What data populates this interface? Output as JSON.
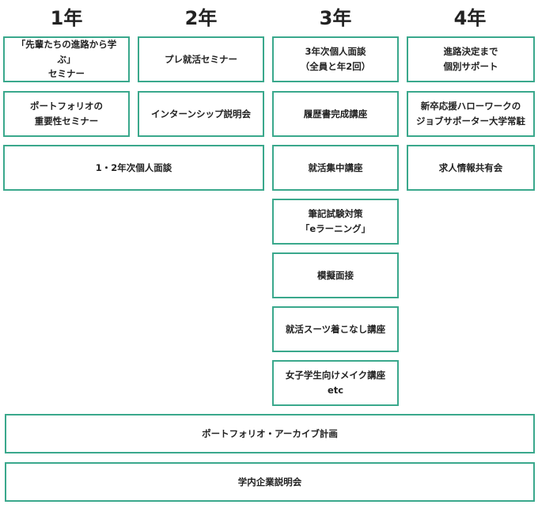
{
  "headers": [
    "1年",
    "2年",
    "3年",
    "4年"
  ],
  "year1": {
    "senpai_seminar": "「先輩たちの進路から学ぶ」\nセミナー",
    "portfolio_seminar": "ポートフォリオの\n重要性セミナー"
  },
  "year2": {
    "pre_job_seminar": "プレ就活セミナー",
    "internship_briefing": "インターンシップ説明会"
  },
  "year12": {
    "interview": "1・2年次個人面談"
  },
  "year3": {
    "interview": "3年次個人面談\n（全員と年2回）",
    "resume_course": "履歴書完成講座",
    "intensive_course": "就活集中講座",
    "written_test": "筆記試験対策\n「eラーニング」",
    "mock_interview": "模擬面接",
    "suit_course": "就活スーツ着こなし講座",
    "makeup_course": "女子学生向けメイク講座\netc"
  },
  "year4": {
    "individual_support": "進路決定まで\n個別サポート",
    "hello_work": "新卒応援ハローワークの\nジョブサポーター大学常駐",
    "job_info": "求人情報共有会"
  },
  "all_years": {
    "portfolio_plan": "ポートフォリオ・アーカイブ計画",
    "company_briefing": "学内企業説明会"
  }
}
